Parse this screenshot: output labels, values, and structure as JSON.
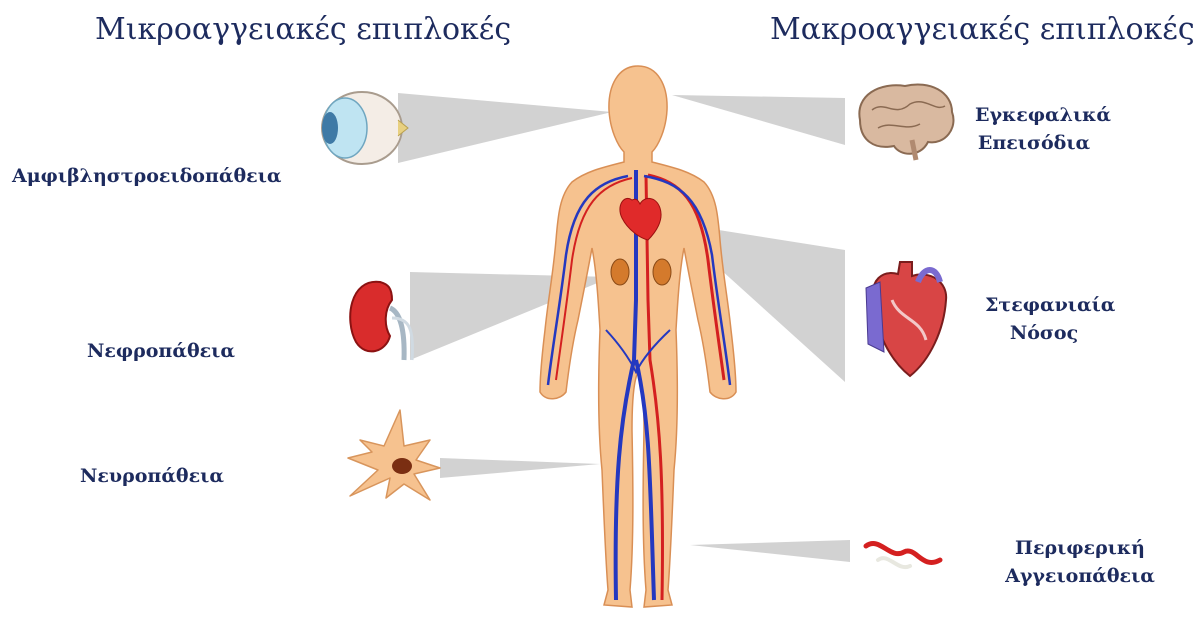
{
  "headings": {
    "micro": "Μικροαγγειακές επιπλοκές",
    "macro": "Μακροαγγειακές επιπλοκές"
  },
  "micro_complications": [
    {
      "label": "Αμφιβληστροειδοπάθεια",
      "icon": "eye-icon"
    },
    {
      "label": "Νεφροπάθεια",
      "icon": "kidney-icon"
    },
    {
      "label": "Νευροπάθεια",
      "icon": "neuron-icon"
    }
  ],
  "macro_complications": [
    {
      "line1": "Εγκεφαλικά",
      "line2": "Επεισόδια",
      "icon": "brain-icon"
    },
    {
      "line1": "Στεφανιαία",
      "line2": "Νόσος",
      "icon": "heart-icon"
    },
    {
      "line1": "Περιφερική",
      "line2": "Αγγειοπάθεια",
      "icon": "blood-vessel-icon"
    }
  ],
  "colors": {
    "text": "#1d2b5e",
    "skin": "#f6c28f",
    "artery": "#d42020",
    "vein": "#2438c0",
    "connector": "#cfcfcf"
  }
}
